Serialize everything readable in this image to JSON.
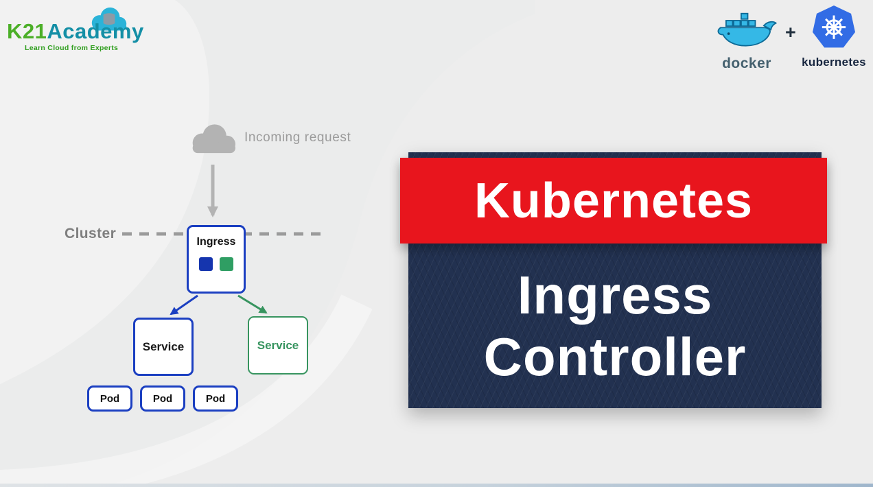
{
  "colors": {
    "red": "#e8151d",
    "navy": "#223150",
    "blue": "#1b3fc1",
    "green": "#37945f",
    "gray": "#9b9b9b",
    "background": "#ebecec"
  },
  "branding": {
    "logo_part1": "K21",
    "logo_part2": "Academy",
    "tagline": "Learn Cloud from Experts"
  },
  "tech": {
    "docker_label": "docker",
    "plus_sign": "+",
    "kubernetes_label": "kubernetes"
  },
  "diagram": {
    "incoming_request_label": "Incoming request",
    "cluster_label": "Cluster",
    "ingress_box_label": "Ingress",
    "service_blue_label": "Service",
    "service_green_label": "Service",
    "pod_labels": [
      "Pod",
      "Pod",
      "Pod"
    ]
  },
  "banner": {
    "headline": "Kubernetes",
    "subtitle_line1": "Ingress",
    "subtitle_line2": "Controller"
  }
}
